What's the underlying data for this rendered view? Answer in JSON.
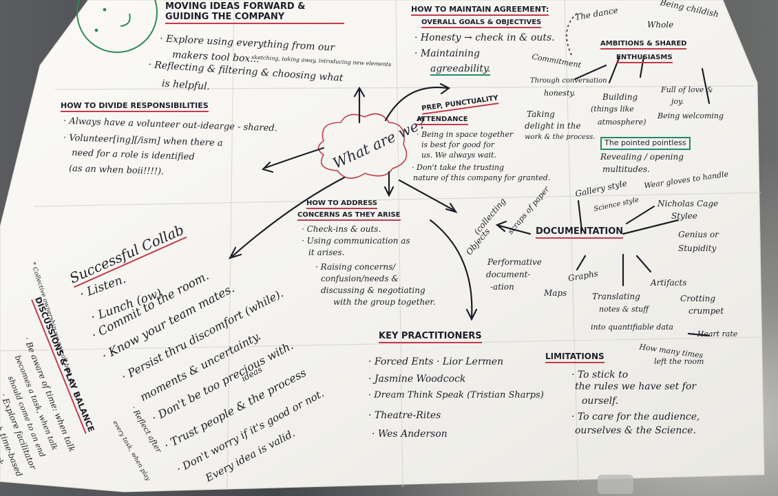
{
  "photo": {
    "center_bubble": "What are we?",
    "moving_ideas": {
      "title": "MOVING IDEAS FORWARD & GUIDING THE COMPANY",
      "line1": "· Explore using everything from our",
      "line2": "makers tool box...",
      "line2b": "sketching, taking away, introducing new elements",
      "line3": "· Reflecting & filtering & choosing what",
      "line4": "is helpful."
    },
    "agreement": {
      "title": "HOW TO MAINTAIN AGREEMENT:",
      "subtitle": "OVERALL GOALS & OBJECTIVES",
      "line1": "· Honesty → check in & outs.",
      "line2": "· Maintaining",
      "line3": "agreeability."
    },
    "ambitions": {
      "title1": "AMBITIONS & SHARED",
      "title2": "ENTHUSIASMS",
      "the_dance": "The dance",
      "being_childish": "Being childish",
      "whole": "Whole",
      "commitment": "Commitment",
      "through": "Through conversation",
      "honesty": "honesty.",
      "building1": "Building",
      "building2": "(things like",
      "building3": "atmosphere)",
      "full_of_love1": "Full of love &",
      "full_of_love2": "joy.",
      "being_welcoming": "Being welcoming",
      "taking1": "Taking",
      "taking2": "delight in the",
      "taking3": "work & the process.",
      "pointed": "The pointed pointless",
      "revealing1": "Revealing / opening",
      "revealing2": "multitudes."
    },
    "divide": {
      "title": "HOW TO DIVIDE RESPONSIBILITIES",
      "line1": "· Always have a volunteer out-idearge - shared.",
      "line2": "· Volunteer[ing][/ism] when there a",
      "line3": "need for a role is identified",
      "line4": "(as an when boii!!!!)."
    },
    "prep": {
      "title1": "PREP, PUNCTUALITY",
      "title2": "ATTENDANCE",
      "line1": "· Being in space together",
      "line2": "is best for good for",
      "line3": "us. We always wait.",
      "line4": "· Don't take the trusting",
      "line5": "nature of this company for granted."
    },
    "concerns": {
      "title1": "HOW TO ADDRESS",
      "title2": "CONCERNS AS THEY ARISE",
      "line1": "· Check-ins & outs.",
      "line2": "· Using communication as",
      "line3": "it arises.",
      "line4": "· Raising concerns/",
      "line5": "confusion/needs &",
      "line6": "discussing & negotiating",
      "line7": "with the group together."
    },
    "documentation": {
      "title": "DOCUMENTATION",
      "gallery": "Gallery style",
      "science": "Science style",
      "wear_gloves": "Wear gloves to handle",
      "nicholas1": "Nicholas Cage",
      "nicholas2": "Stylee",
      "genius1": "Genius or",
      "genius2": "Stupidity",
      "objects": "Objects",
      "collecting": "(collecting",
      "scraps": "scraps of paper",
      "performative1": "Performative",
      "performative2": "document-",
      "performative3": "-ation",
      "graphs": "Graphs",
      "maps": "Maps",
      "translating1": "Translating",
      "translating2": "notes & stuff",
      "translating3": "into quantifiable data",
      "heart_rate": "→ Heart rate",
      "artifacts": "Artifacts",
      "crotting1": "Crotting",
      "crotting2": "crumpet",
      "how_many1": "How many times",
      "how_many2": "left the room"
    },
    "collab": {
      "title": "Successful Collab",
      "l1": "· Listen.",
      "l2": "· Lunch (ow)",
      "l3": "· Commit to the room.",
      "l4": "· Know your team mates.",
      "l5": "· Persist thru discomfort (while).",
      "l6": "moments & uncertainty.",
      "l7": "· Don't be too precious with.",
      "l7b": "ideas",
      "l8": "· Trust people & the process",
      "l9": "· Don't worry if it's good or not.",
      "l10": "Every idea is valid."
    },
    "discussions": {
      "note": "* Collective ownership we can all be a cry",
      "title": "DISCUSSIONS & PLAY BALANCE",
      "l1": "· Be aware of time: when talk",
      "l2": "becomes a task, when talk",
      "l3": "should come to an end",
      "l4": "· Explore facilitator",
      "l5": "+ time-based",
      "l6": "task.",
      "reflect1": "· Reflect after",
      "reflect2": "every task, when play"
    },
    "practitioners": {
      "title": "KEY PRACTITIONERS",
      "p1": "· Forced Ents · Lior Lermen",
      "p2": "· Jasmine Woodcock",
      "p3": "· Dream Think Speak (Tristian Sharps)",
      "p4": "· Theatre-Rites",
      "p5": "· Wes Anderson"
    },
    "limitations": {
      "title": "LIMITATIONS",
      "l1": "· To stick to",
      "l2": "the rules we have set for",
      "l3": "ourself.",
      "l4": "· To care for the audience,",
      "l5": "ourselves & the Science."
    },
    "colors": {
      "paper": "#f6f5f2",
      "ink": "#1e1e28",
      "red_underline": "#c43a4a",
      "teal_underline": "#1f8a6f",
      "smiley_green": "#2e8a55"
    }
  }
}
